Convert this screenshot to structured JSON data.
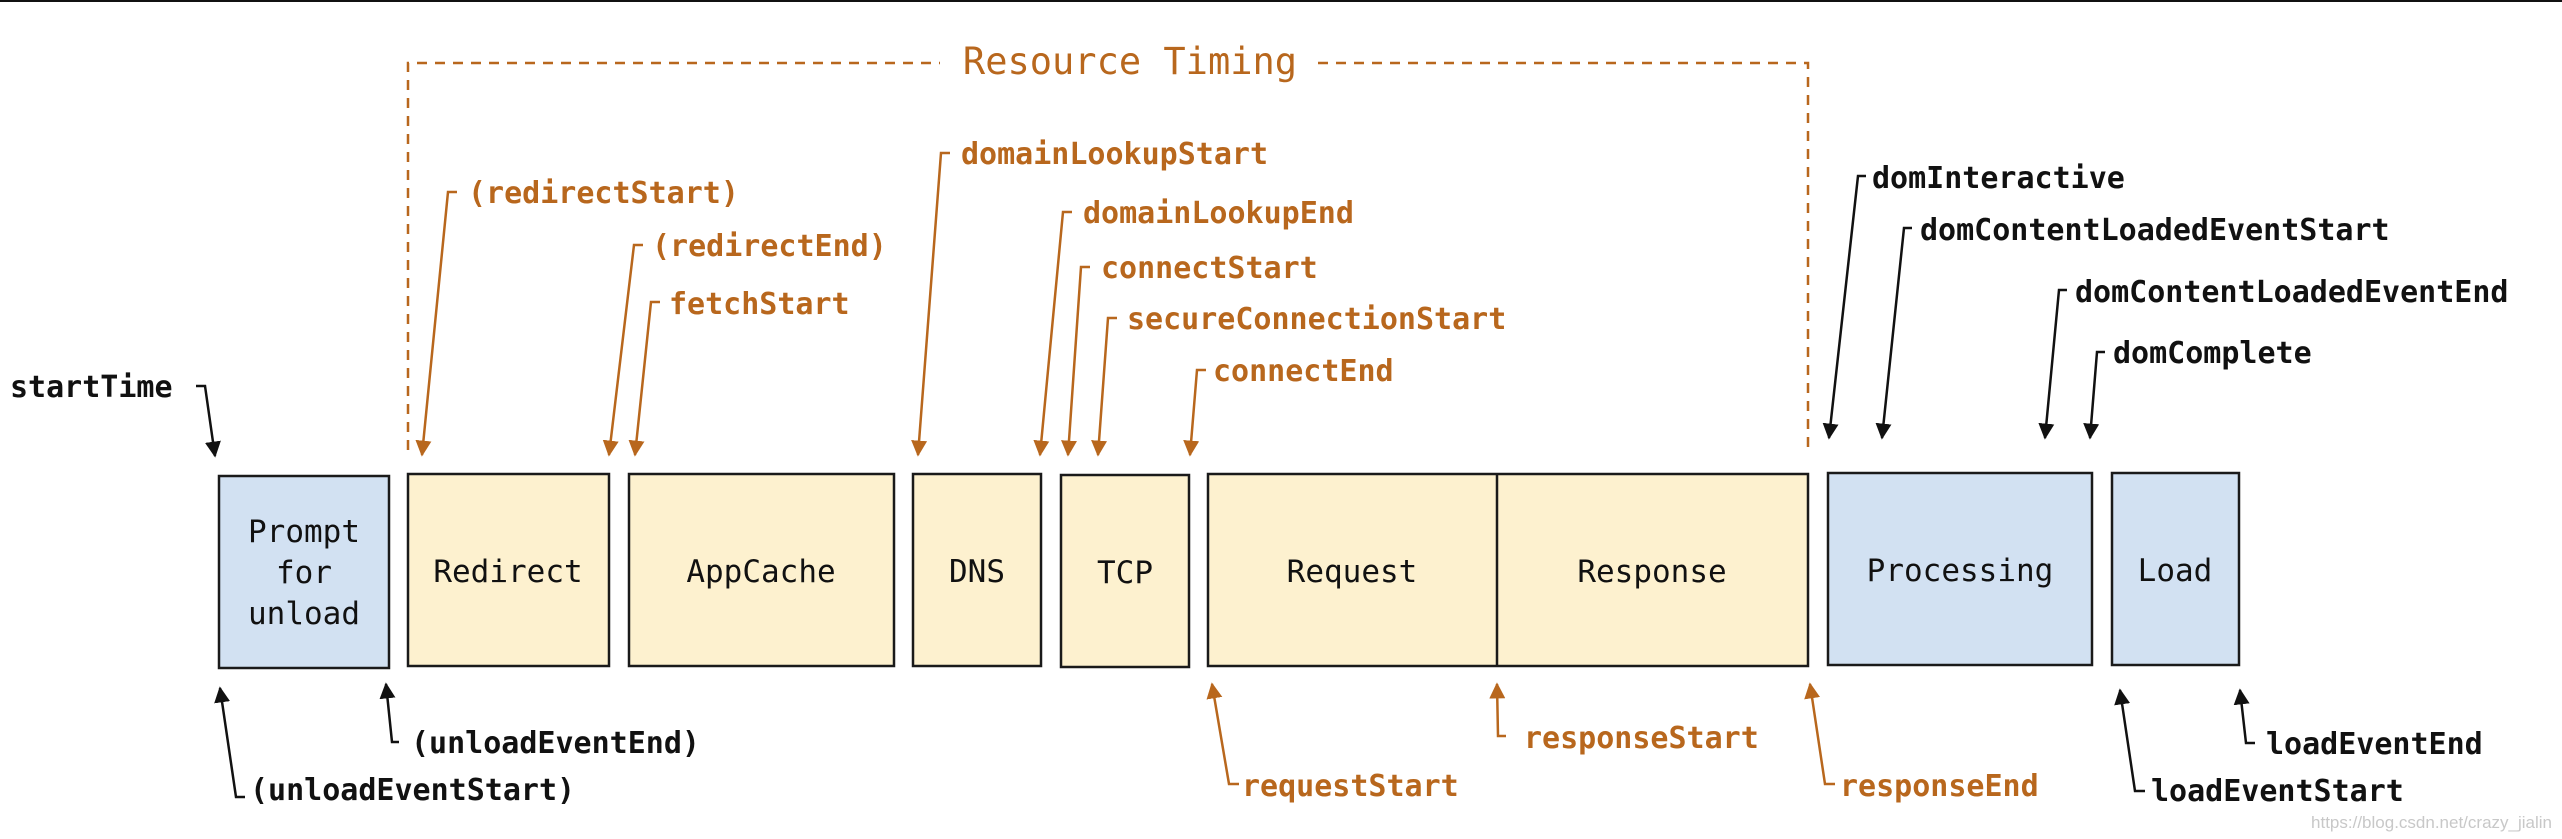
{
  "colors": {
    "orange": "#b8671d",
    "black": "#111111",
    "blue_fill": "#d2e1f2",
    "yellow_fill": "#fdf1cf",
    "box_stroke": "#1a1a1a"
  },
  "title": "Resource Timing",
  "watermark": "https://blog.csdn.net/crazy_jialin",
  "boxes": {
    "prompt": [
      "Prompt",
      "for",
      "unload"
    ],
    "redirect": "Redirect",
    "appcache": "AppCache",
    "dns": "DNS",
    "tcp": "TCP",
    "request": "Request",
    "response": "Response",
    "processing": "Processing",
    "load": "Load"
  },
  "labels": {
    "startTime": "startTime",
    "redirectStart": "(redirectStart)",
    "redirectEnd": "(redirectEnd)",
    "fetchStart": "fetchStart",
    "domainLookupStart": "domainLookupStart",
    "domainLookupEnd": "domainLookupEnd",
    "connectStart": "connectStart",
    "secureConnectionStart": "secureConnectionStart",
    "connectEnd": "connectEnd",
    "domInteractive": "domInteractive",
    "domContentLoadedEventStart": "domContentLoadedEventStart",
    "domContentLoadedEventEnd": "domContentLoadedEventEnd",
    "domComplete": "domComplete",
    "unloadEventStart": "(unloadEventStart)",
    "unloadEventEnd": "(unloadEventEnd)",
    "requestStart": "requestStart",
    "responseStart": "responseStart",
    "responseEnd": "responseEnd",
    "loadEventStart": "loadEventStart",
    "loadEventEnd": "loadEventEnd"
  }
}
